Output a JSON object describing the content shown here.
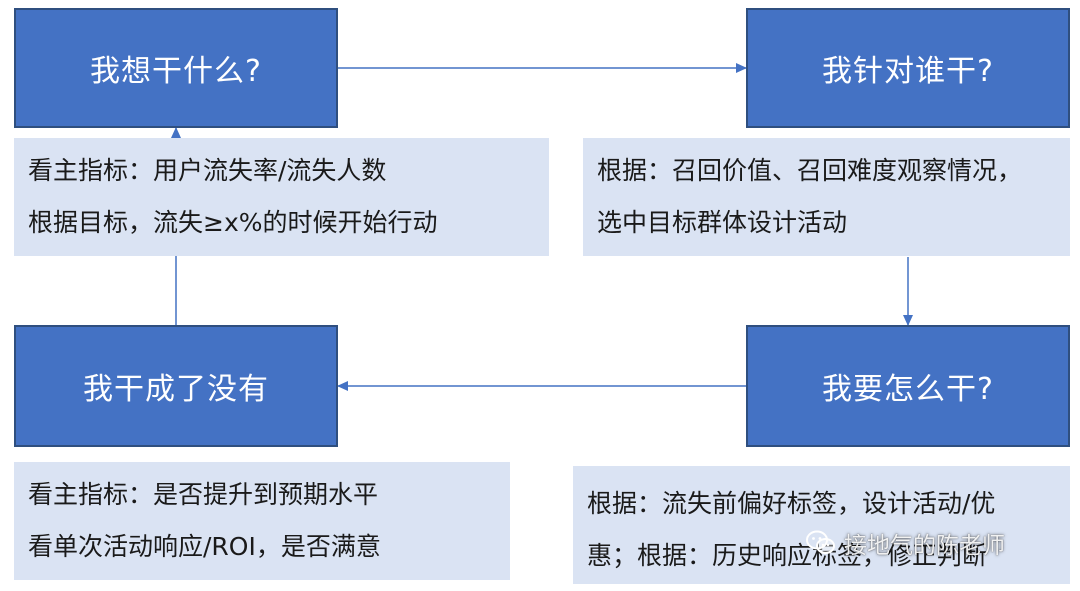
{
  "boxes": {
    "what": "我想干什么?",
    "who": "我针对谁干?",
    "how": "我要怎么干?",
    "done": "我干成了没有"
  },
  "notes": {
    "what": [
      "看主指标：用户流失率/流失人数",
      "根据目标，流失≥x%的时候开始行动"
    ],
    "who": [
      "根据：召回价值、召回难度观察情况，",
      "选中目标群体设计活动"
    ],
    "done": [
      "看主指标：是否提升到预期水平",
      "看单次活动响应/ROI，是否满意"
    ],
    "how": [
      "根据：流失前偏好标签，设计活动/优",
      "惠；根据：历史响应标签，修正判断"
    ]
  },
  "watermark": {
    "text": "接地气的陈老师",
    "icon": "wechat-icon"
  },
  "colors": {
    "box_fill": "#4472c4",
    "box_border": "#2f4f7f",
    "note_fill": "#dae3f3",
    "arrow": "#4472c4"
  }
}
